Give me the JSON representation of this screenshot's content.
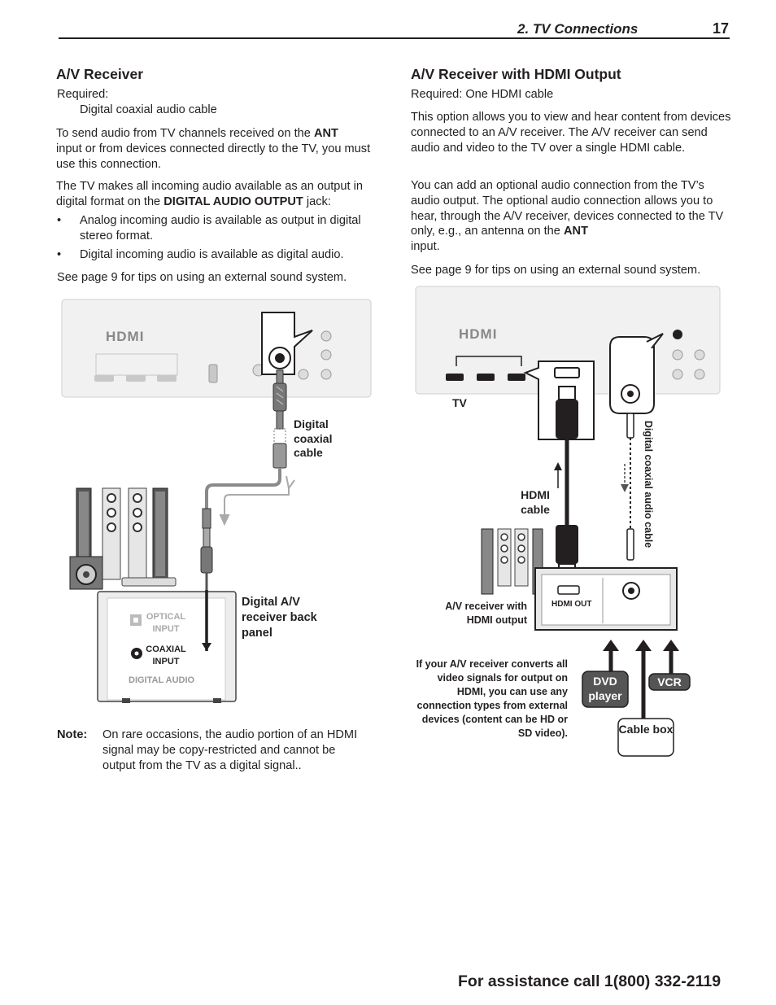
{
  "header": {
    "section": "2. TV Connections",
    "page_number": "17"
  },
  "left": {
    "title": "A/V Receiver",
    "required_label": "Required:",
    "required_item": "Digital coaxial audio cable",
    "para1_a": "To send audio from TV channels received on the ",
    "para1_b": "ANT",
    "para1_c": "input or from devices connected directly to the TV, you must use this connection.",
    "para2_a": "The TV makes all incoming audio available as an output in digital format on the ",
    "para2_b": "DIGITAL AUDIO OUTPUT",
    "para2_c": " jack:",
    "bullet_glyph": "•",
    "bullet1": "Analog incoming audio is available as output in digital stereo format.",
    "bullet2": "Digital incoming audio is available as digital audio.",
    "see_page": "See page 9 for tips on using an external sound system.",
    "diagram": {
      "hdmi_logo": "HDMI",
      "label_cable": "Digital coaxial cable",
      "label_receiver": "Digital A/V receiver back panel",
      "optical_input": "OPTICAL INPUT",
      "coaxial_input": "COAXIAL INPUT",
      "digital_audio": "DIGITAL AUDIO"
    },
    "note_label": "Note:",
    "note_text": "On rare occasions, the audio portion of an HDMI signal may be copy-restricted and can­not be output from the TV as a digital signal.."
  },
  "right": {
    "title": "A/V Receiver with HDMI Output",
    "required": "Required:  One HDMI cable",
    "para1": "This option allows you to view and hear content from devices connected to an A/V receiver.  The A/V receiver can send audio and video to the TV over a single HDMI cable.",
    "para2_a": "You can add an optional audio connection from the TV’s audio output.  The optional audio connection allows you to hear, through the A/V receiver, devices connected to the TV only, e.g., an antenna on the ",
    "para2_b": "ANT",
    "para2_c": "input.",
    "see_page": "See page 9 for tips on using an external sound system.",
    "diagram": {
      "hdmi_logo": "HDMI",
      "tv_label": "TV",
      "hdmi_cable_label": "HDMI cable",
      "coax_label": "Digital coaxial audio cable",
      "receiver_label": "A/V receiver with HDMI output",
      "hdmi_out": "HDMI OUT",
      "note": "If your A/V receiver converts all video signals for output on HDMI, you can use any connection types from external devices (content can be HD or SD video).",
      "dvd_player": "DVD player",
      "vcr": "VCR",
      "cable_box": "Cable box"
    }
  },
  "footer": {
    "assistance": "For assistance call 1(800) 332-2119"
  }
}
